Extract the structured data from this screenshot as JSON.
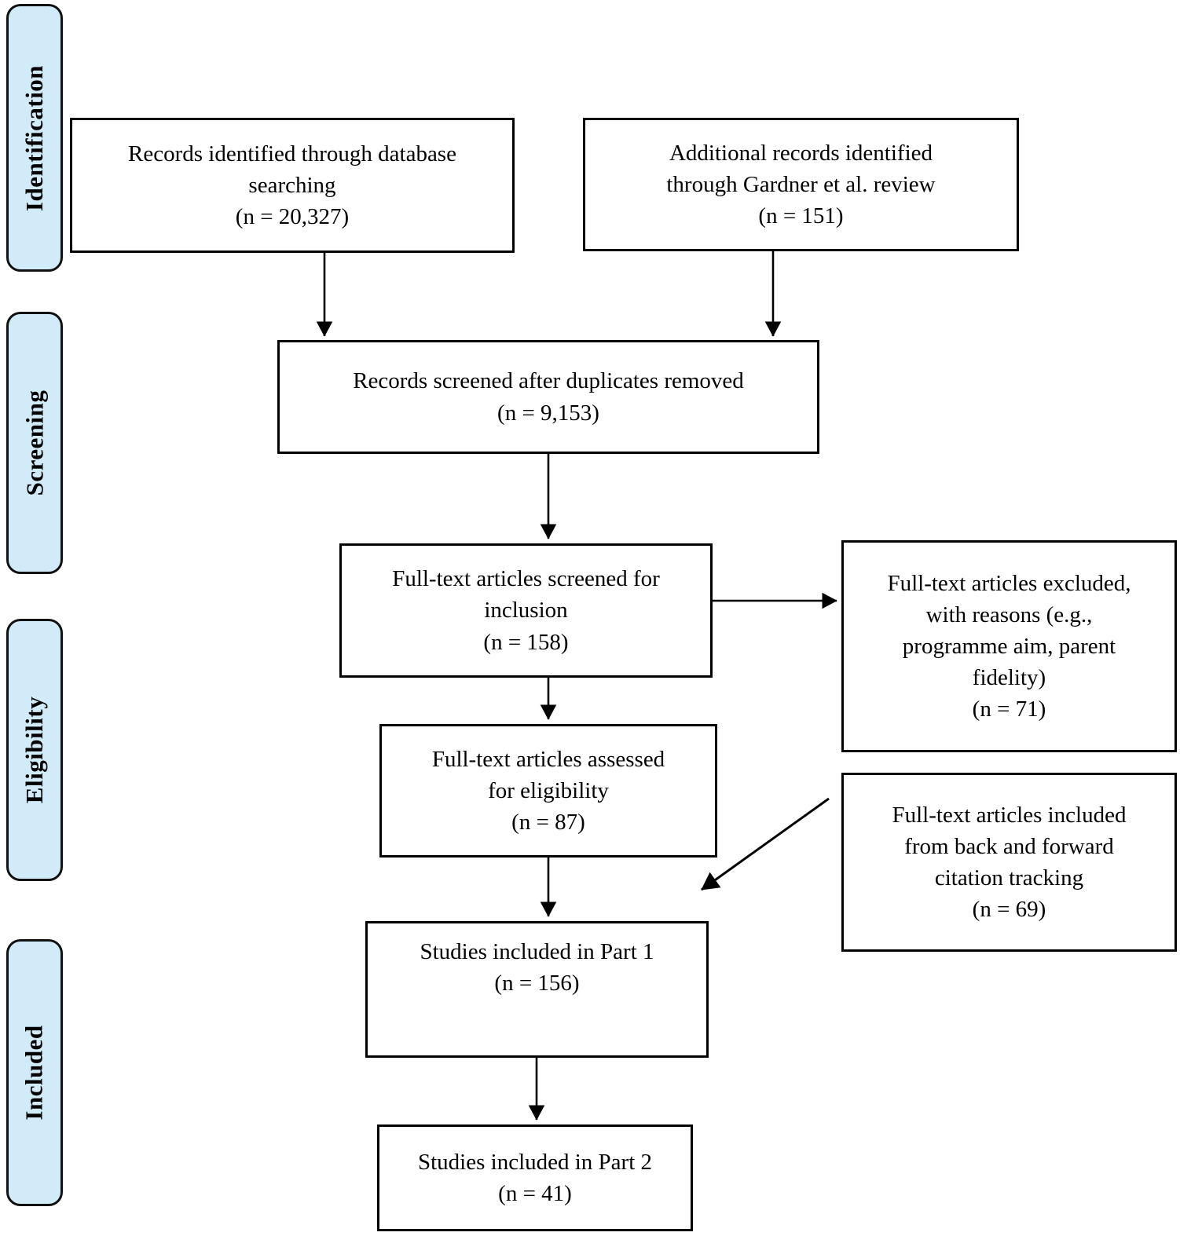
{
  "diagram": {
    "type": "prisma-flow-diagram",
    "stages": [
      {
        "label": "Identification"
      },
      {
        "label": "Screening"
      },
      {
        "label": "Eligibility"
      },
      {
        "label": "Included"
      }
    ],
    "boxes": {
      "records_identified": {
        "text": "Records identified through database\nsearching",
        "n": "(n = 20,327)"
      },
      "additional_records": {
        "text": "Additional records identified\nthrough Gardner et al. review",
        "n": "(n = 151)"
      },
      "records_screened": {
        "text": "Records screened after duplicates removed",
        "n": "(n = 9,153)"
      },
      "fulltext_screened": {
        "text": "Full-text articles screened for\ninclusion",
        "n": "(n = 158)"
      },
      "fulltext_excluded": {
        "text": "Full-text articles excluded,\nwith reasons (e.g.,\nprogramme aim, parent\nfidelity)",
        "n": "(n = 71)"
      },
      "fulltext_assessed": {
        "text": "Full-text articles assessed\nfor eligibility",
        "n": "(n = 87)"
      },
      "fulltext_citation": {
        "text": "Full-text articles included\nfrom back and forward\ncitation tracking",
        "n": "(n = 69)"
      },
      "part1": {
        "text": "Studies included in Part 1",
        "n": "(n = 156)"
      },
      "part2": {
        "text": "Studies included in Part 2",
        "n": "(n = 41)"
      }
    },
    "colors": {
      "stage_fill": "#D2EBF9",
      "stage_border": "#111111",
      "box_border": "#000000",
      "text": "#000000",
      "background": "#ffffff"
    }
  }
}
